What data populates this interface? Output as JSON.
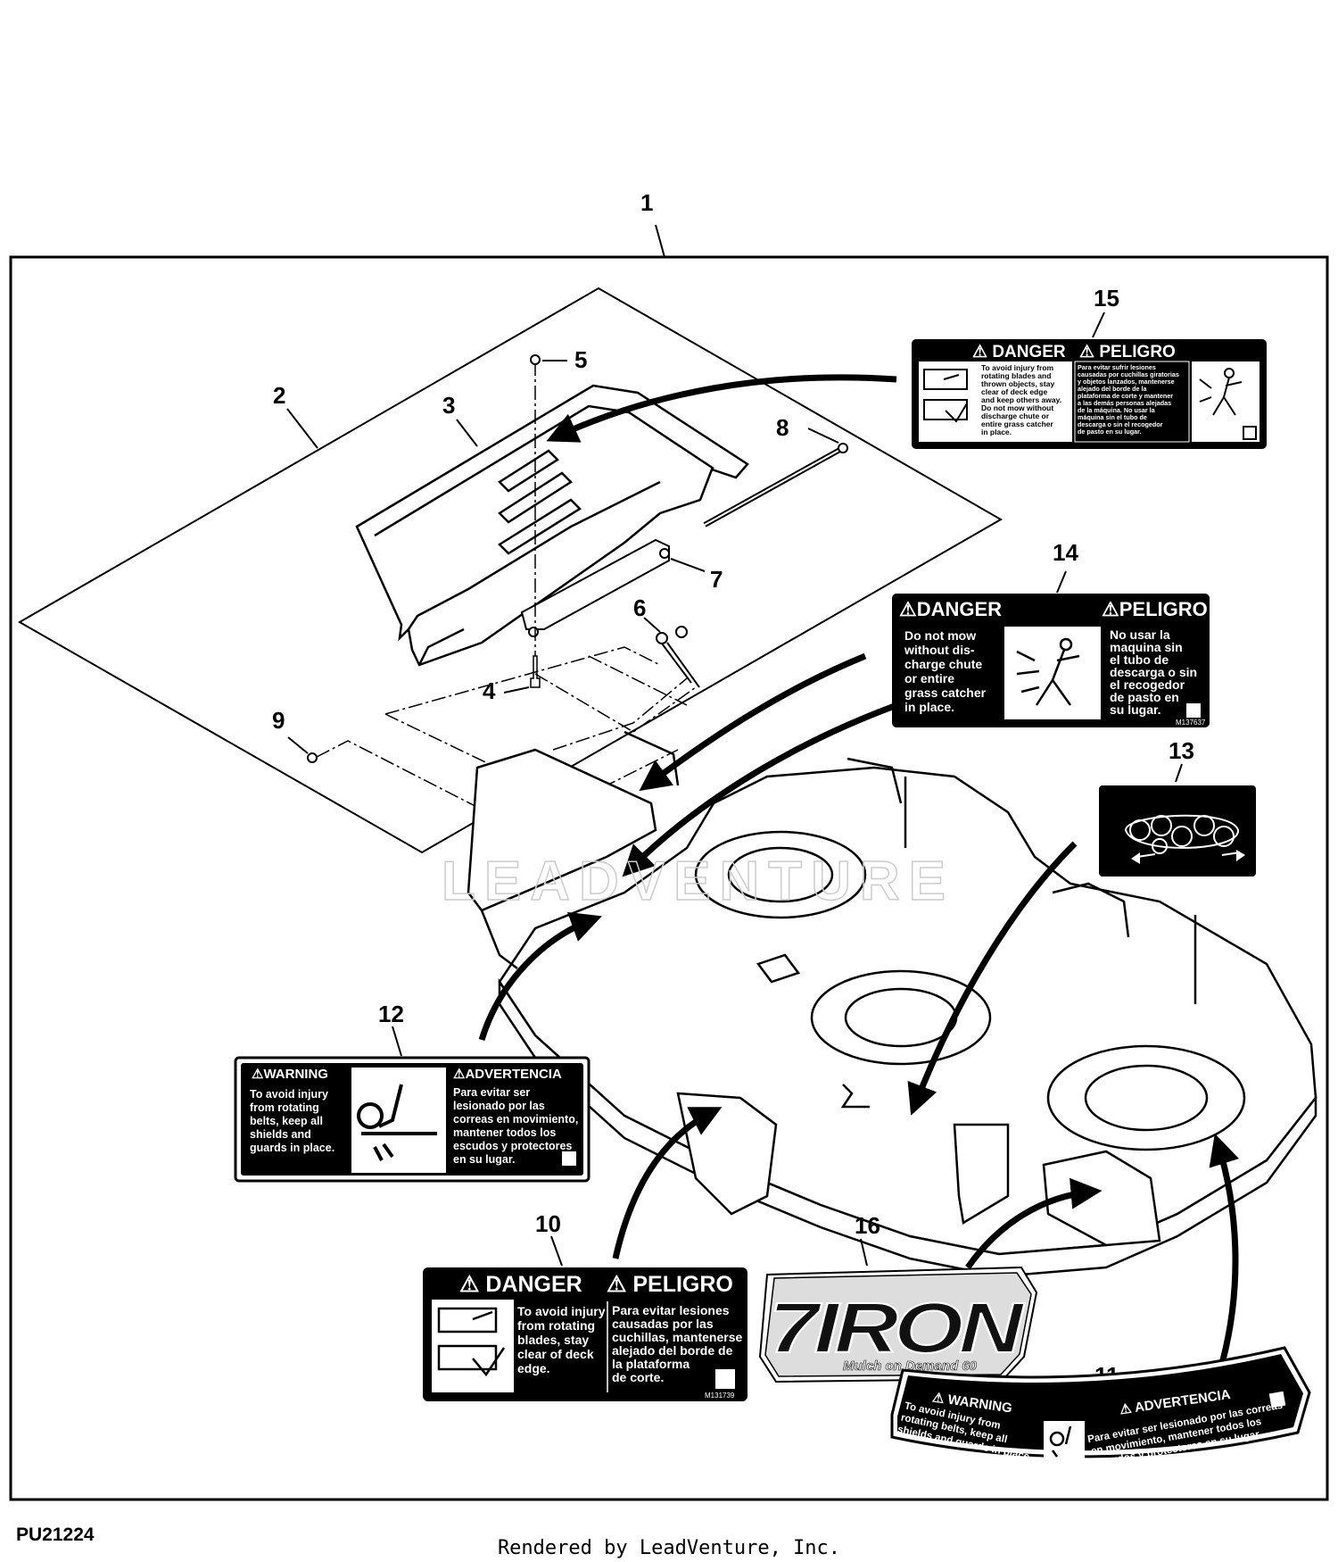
{
  "diagram": {
    "callouts": [
      "1",
      "2",
      "3",
      "4",
      "5",
      "6",
      "7",
      "8",
      "9",
      "10",
      "11",
      "12",
      "13",
      "14",
      "15",
      "16"
    ],
    "watermark": "LEADVENTURE"
  },
  "decals": {
    "d15": {
      "head_en": "DANGER",
      "head_es": "PELIGRO",
      "text_en": [
        "To avoid injury from",
        "rotating blades and",
        "thrown objects, stay",
        "clear of deck edge",
        "and keep others away.",
        "Do not mow without",
        "discharge chute or",
        "entire grass catcher",
        "in place."
      ],
      "text_es": [
        "Para evitar sufrir lesiones",
        "causadas por cuchillas giratorias",
        "y objetos lanzados, mantenerse",
        "alejado del borde de la",
        "plataforma de corte y mantener",
        "a las demás personas alejadas",
        "de la máquina. No usar la",
        "máquina sin el tubo de",
        "descarga o sin el recogedor",
        "de pasto en su lugar."
      ]
    },
    "d14": {
      "head_en": "DANGER",
      "head_es": "PELIGRO",
      "text_en": [
        "Do not mow",
        "without dis-",
        "charge chute",
        "or entire",
        "grass catcher",
        "in place."
      ],
      "text_es": [
        "No usar la",
        "maquina sin",
        "el tubo de",
        "descarga o sin",
        "el recogedor",
        "de pasto en",
        "su lugar."
      ],
      "code": "M137637"
    },
    "d12": {
      "head_en": "WARNING",
      "head_es": "ADVERTENCIA",
      "text_en": [
        "To avoid injury",
        "from rotating",
        "belts, keep all",
        "shields and",
        "guards in place."
      ],
      "text_es": [
        "Para evitar ser",
        "lesionado por las",
        "correas en movimiento,",
        "mantener todos los",
        "escudos y protectores",
        "en su lugar."
      ]
    },
    "d10": {
      "head_en": "DANGER",
      "head_es": "PELIGRO",
      "text_en": [
        "To avoid injury",
        "from rotating",
        "blades, stay",
        "clear of deck",
        "edge."
      ],
      "text_es": [
        "Para evitar lesiones",
        "causadas por las",
        "cuchillas, mantenerse",
        "alejado del borde de",
        "la plataforma",
        "de corte."
      ],
      "code": "M131739"
    },
    "d11": {
      "head_en": "WARNING",
      "head_es": "ADVERTENCIA",
      "text_en": [
        "To avoid injury from",
        "rotating belts, keep all",
        "shields and guards in place."
      ],
      "text_es": [
        "Para evitar ser lesionado por las correas",
        "en movimiento, mantener todos los",
        "escudos y protectores en su lugar."
      ]
    },
    "d16": {
      "logo_text": "7IRON",
      "subtitle": "Mulch on Demand 60"
    }
  },
  "footer": {
    "code": "PU21224",
    "credit": "Rendered by LeadVenture, Inc."
  }
}
